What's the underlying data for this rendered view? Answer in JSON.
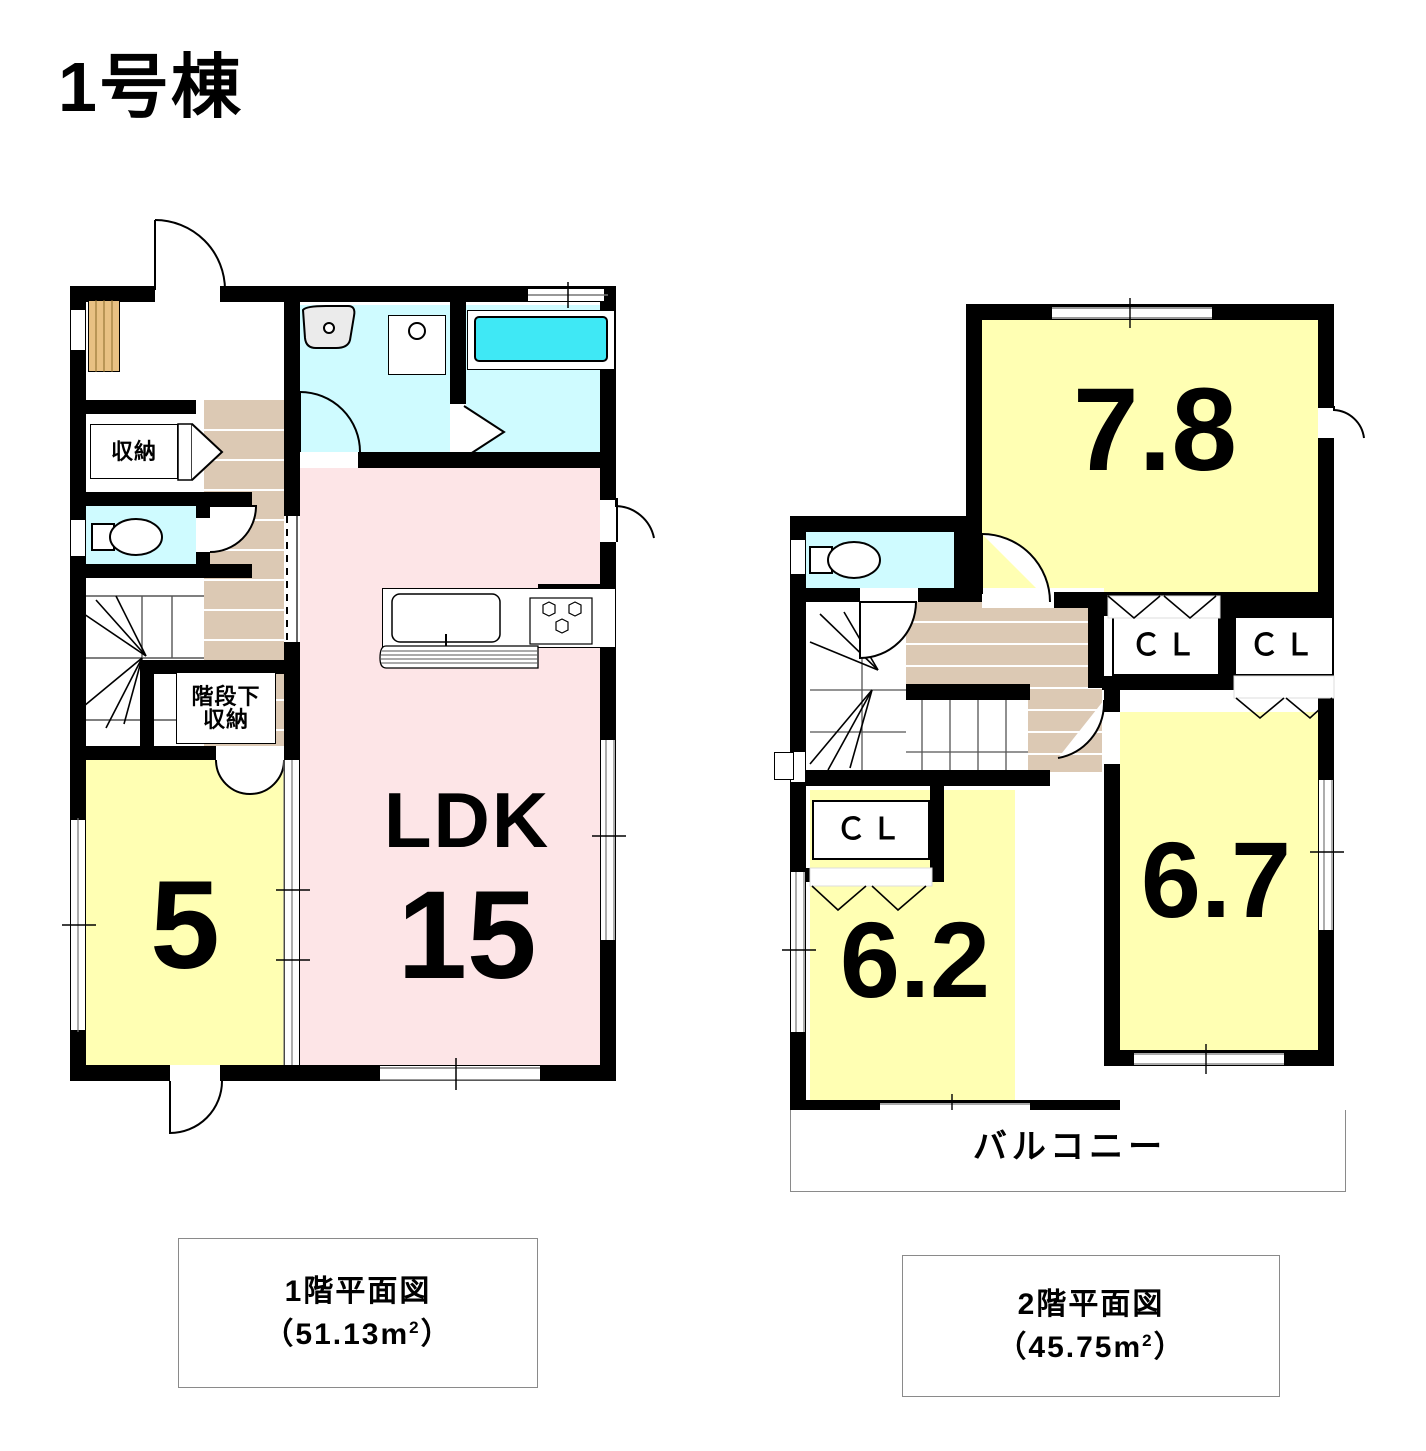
{
  "title": "1号棟",
  "floor1": {
    "caption_name": "1階平面図",
    "caption_area": "（51.13m",
    "caption_area_sup": "2",
    "caption_area_close": "）",
    "labels": {
      "storage": "収納",
      "under_stair_storage_line1": "階段下",
      "under_stair_storage_line2": "収納",
      "ldk": "LDK",
      "ldk_size": "15",
      "japanese_room_size": "5"
    },
    "fixtures": {
      "toilet": "toilet-fixture",
      "sink": "washbasin-fixture",
      "washing_machine": "washing-machine-pan",
      "bathtub": "bathtub-fixture",
      "kitchen_sink": "kitchen-sink-fixture",
      "stove": "three-burner-stove",
      "shoe_cabinet": "shoe-cabinet",
      "stairs": "staircase-up"
    }
  },
  "floor2": {
    "caption_name": "2階平面図",
    "caption_area": "（45.75m",
    "caption_area_sup": "2",
    "caption_area_close": "）",
    "labels": {
      "room_a_size": "7.8",
      "room_b_size": "6.2",
      "room_c_size": "6.7",
      "closet_1": "ＣＬ",
      "closet_2": "ＣＬ",
      "closet_3": "ＣＬ",
      "balcony": "バルコニー"
    },
    "fixtures": {
      "toilet": "toilet-fixture",
      "stairs": "staircase-down"
    }
  },
  "colors": {
    "wall": "#000000",
    "room_yellow": "#FFFFB3",
    "ldk_pink": "#FDE5E7",
    "water_cyan": "#CFFBFF",
    "bathtub_cyan": "#3FE8F5",
    "stair_wood": "#DCC9B4",
    "shoe_cabinet_wood": "#E8C183",
    "caption_border": "#8A8A8A"
  }
}
